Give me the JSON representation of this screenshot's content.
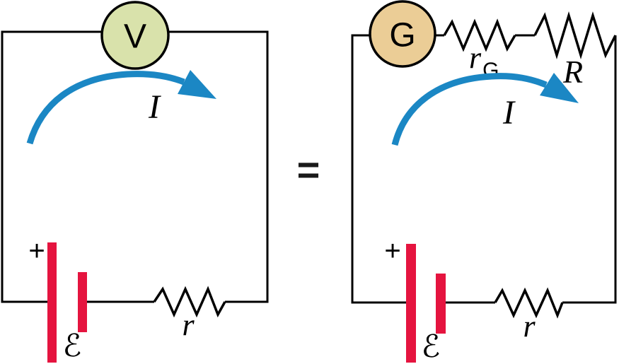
{
  "equals": {
    "label": "="
  },
  "left_circuit": {
    "meter_label": "V",
    "current_label": "I",
    "plus_label": "+",
    "emf_label": "ℰ",
    "internal_resistance_label": "r"
  },
  "right_circuit": {
    "meter_label": "G",
    "current_label": "I",
    "plus_label": "+",
    "emf_label": "ℰ",
    "internal_resistance_label": "r",
    "galvanometer_resistance": {
      "base": "r",
      "sub": "G"
    },
    "series_resistance_label": "R"
  },
  "colors": {
    "background": "#ffffff",
    "wire": "#000000",
    "voltmeter_fill": "#d9e2ab",
    "galvanometer_fill": "#ebcd96",
    "battery_red": "#e5143f",
    "current_blue": "#1b87c4"
  }
}
